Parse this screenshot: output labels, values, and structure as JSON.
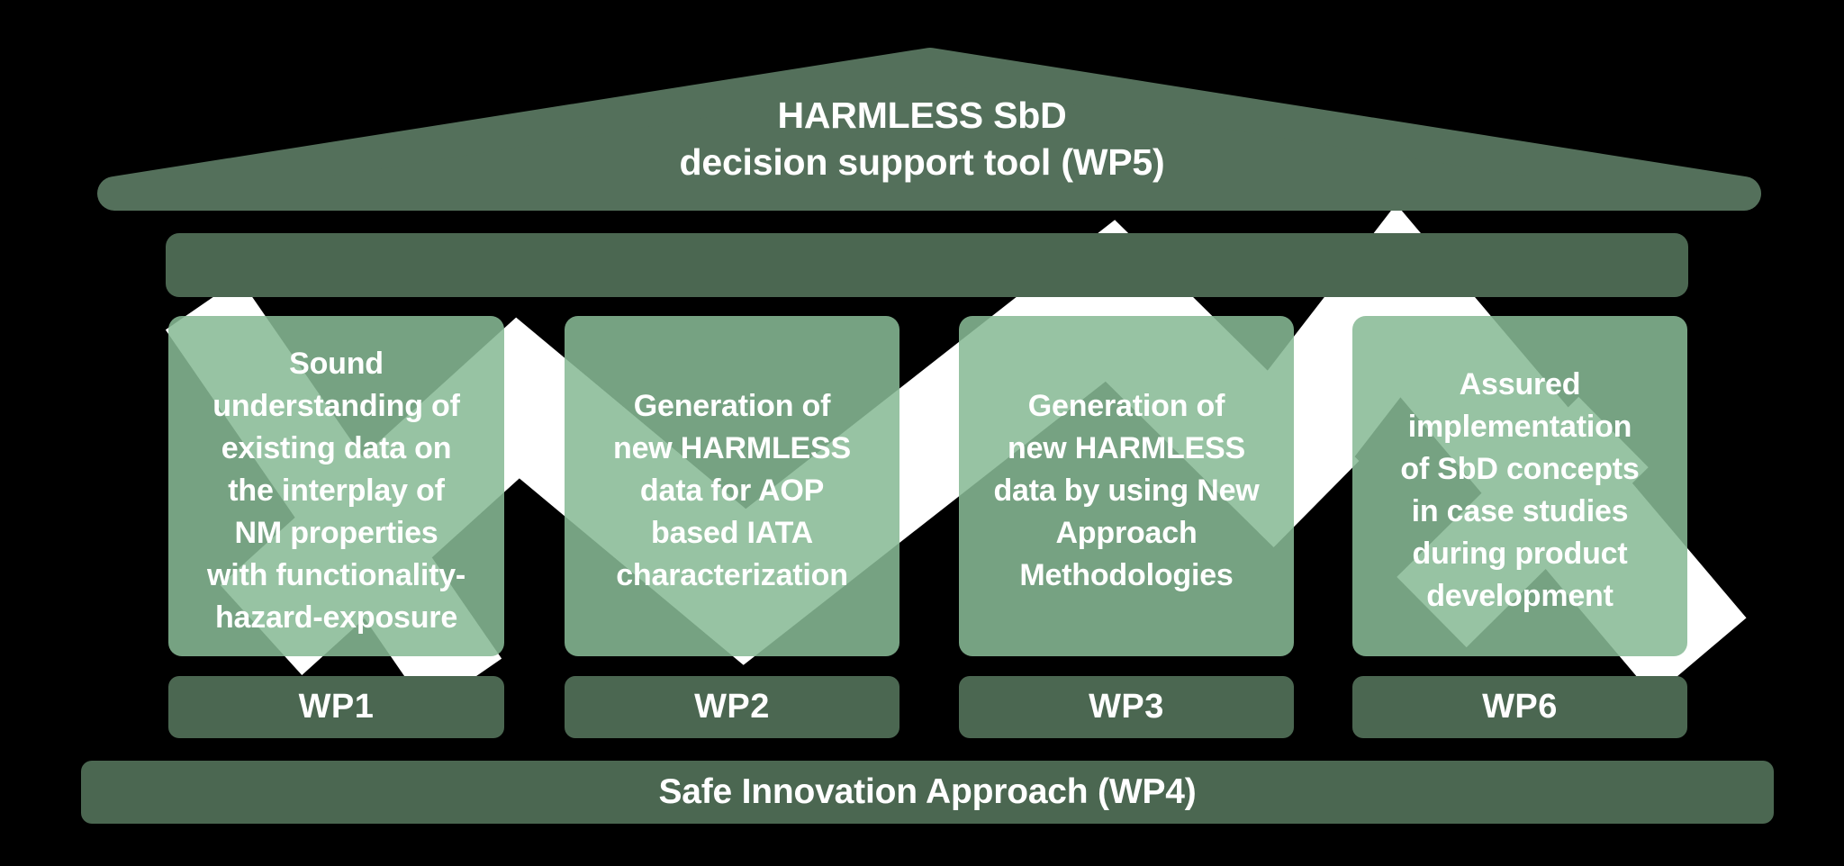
{
  "title": {
    "line1": "HARMLESS SbD",
    "line2": "decision support tool (WP5)"
  },
  "pillars": [
    {
      "lines": [
        "Sound",
        "understanding of",
        "existing data on",
        "the interplay of",
        "NM properties",
        "with functionality-",
        "hazard-exposure"
      ],
      "label": "WP1"
    },
    {
      "lines": [
        "Generation of",
        "new HARMLESS",
        "data for AOP",
        "based IATA",
        "characterization"
      ],
      "label": "WP2"
    },
    {
      "lines": [
        "Generation of",
        "new HARMLESS",
        "data by using New",
        "Approach",
        "Methodologies"
      ],
      "label": "WP3"
    },
    {
      "lines": [
        "Assured",
        "implementation",
        "of SbD concepts",
        "in case studies",
        "during product",
        "development"
      ],
      "label": "WP6"
    }
  ],
  "foundation": {
    "label": "Safe Innovation Approach (WP4)"
  },
  "colors": {
    "background": "#000000",
    "roof": "#54705B",
    "bar": "#4B6751",
    "pillar": "rgba(136,186,149,0.87)",
    "ribbon": "#FFFFFF",
    "text": "#FFFFFF"
  }
}
